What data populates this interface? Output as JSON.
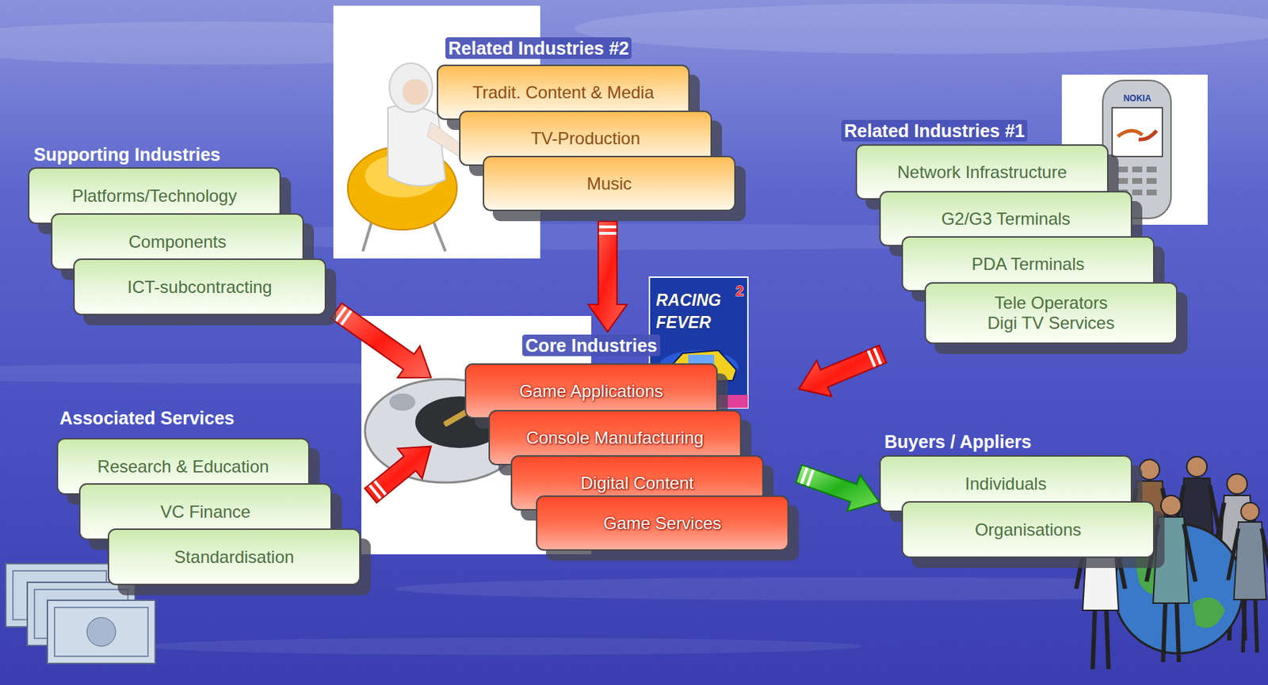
{
  "diagram": {
    "nodes": [
      {
        "text": [
          "Supporting Industries"
        ]
      },
      {
        "text": [
          "Platforms/Technology"
        ],
        "in": 0
      },
      {
        "text": [
          "Components"
        ],
        "in": 0
      },
      {
        "text": [
          "ICT-subcontracting"
        ],
        "in": 0
      },
      {
        "text": [
          "Related Industries #2"
        ]
      },
      {
        "text": [
          "Tradit. Content & Media"
        ],
        "in": 4
      },
      {
        "text": [
          "TV-Production"
        ],
        "in": 4
      },
      {
        "text": [
          "Music"
        ],
        "in": 4
      },
      {
        "text": [
          "Related Industries #1"
        ]
      },
      {
        "text": [
          "Network Infrastructure"
        ],
        "in": 8
      },
      {
        "text": [
          "G2/G3 Terminals"
        ],
        "in": 8
      },
      {
        "text": [
          "PDA Terminals"
        ],
        "in": 8
      },
      {
        "text": [
          "Tele Operators",
          "Digi TV Services"
        ],
        "in": 8
      },
      {
        "text": [
          "Core Industries"
        ]
      },
      {
        "text": [
          "Game Applications"
        ],
        "in": 13
      },
      {
        "text": [
          "Console Manufacturing"
        ],
        "in": 13
      },
      {
        "text": [
          "Digital Content"
        ],
        "in": 13
      },
      {
        "text": [
          "Game Services"
        ],
        "in": 13
      },
      {
        "text": [
          "Associated Services"
        ]
      },
      {
        "text": [
          "Research & Education"
        ],
        "in": 18
      },
      {
        "text": [
          "VC Finance"
        ],
        "in": 18
      },
      {
        "text": [
          "Standardisation"
        ],
        "in": 18
      },
      {
        "text": [
          "Buyers / Appliers"
        ]
      },
      {
        "text": [
          "Individuals"
        ],
        "in": 22
      },
      {
        "text": [
          "Organisations"
        ],
        "in": 22
      }
    ],
    "edges": [
      {
        "from": 0,
        "to": 13,
        "arrow": "to"
      },
      {
        "from": 4,
        "to": 13,
        "arrow": "to"
      },
      {
        "from": 8,
        "to": 13,
        "arrow": "to"
      },
      {
        "from": 18,
        "to": 13,
        "arrow": "to"
      },
      {
        "from": 13,
        "to": 22,
        "arrow": "to"
      }
    ],
    "labels": [
      "RACING",
      "FEVER",
      "2",
      "NOKIA"
    ]
  }
}
